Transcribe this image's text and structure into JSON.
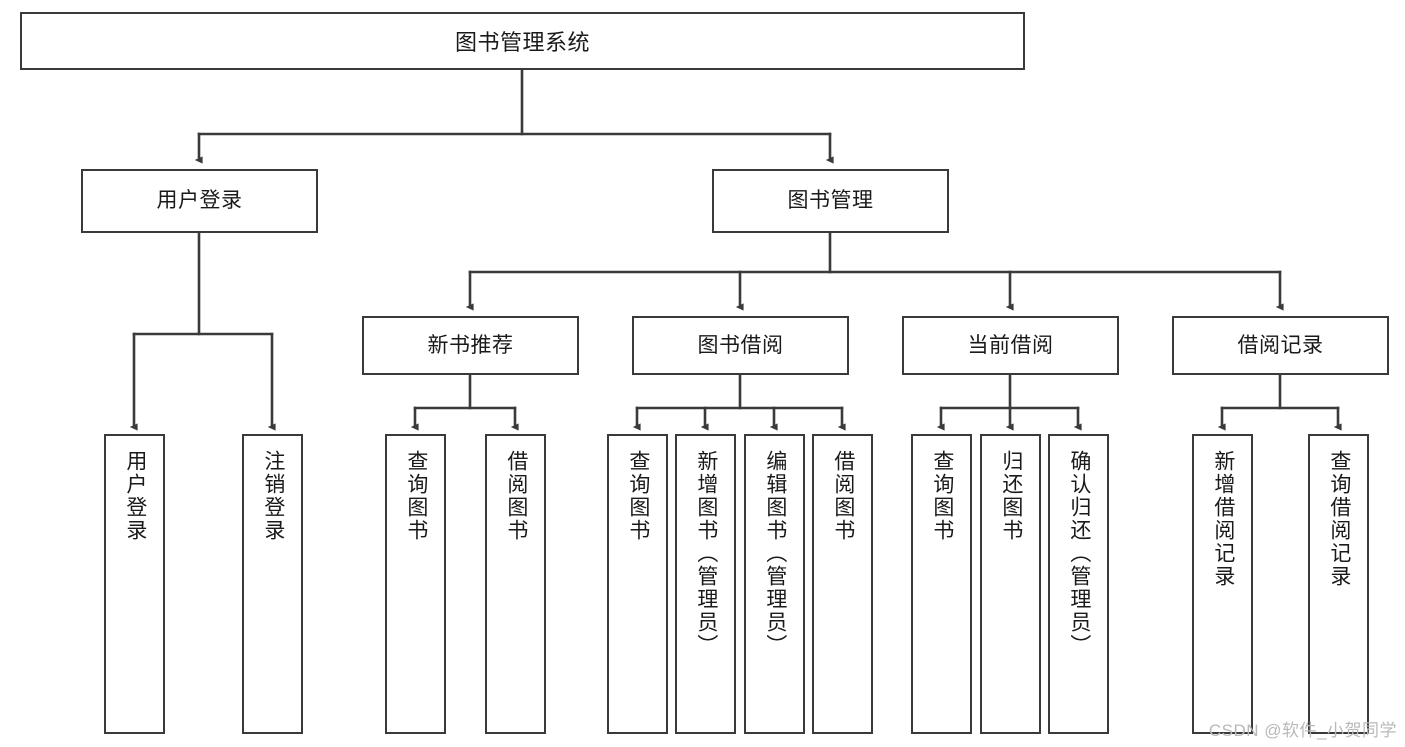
{
  "diagram": {
    "title": "图书管理系统",
    "type": "tree-hierarchy-chart",
    "colors": {
      "stroke": "#3a3a3a",
      "fill": "#ffffff",
      "text": "#1a1a1a",
      "watermark": "#b9b9b9"
    },
    "root": {
      "label": "图书管理系统"
    },
    "level2": [
      {
        "label": "用户登录"
      },
      {
        "label": "图书管理"
      }
    ],
    "level3": [
      {
        "label": "新书推荐"
      },
      {
        "label": "图书借阅"
      },
      {
        "label": "当前借阅"
      },
      {
        "label": "借阅记录"
      }
    ],
    "leaves": {
      "user_login": [
        {
          "label": "用户登录"
        },
        {
          "label": "注销登录"
        }
      ],
      "new_book_recommend": [
        {
          "label": "查询图书"
        },
        {
          "label": "借阅图书"
        }
      ],
      "book_borrow": [
        {
          "label": "查询图书"
        },
        {
          "label": "新增图书（管理员）"
        },
        {
          "label": "编辑图书（管理员）"
        },
        {
          "label": "借阅图书"
        }
      ],
      "current_borrow": [
        {
          "label": "查询图书"
        },
        {
          "label": "归还图书"
        },
        {
          "label": "确认归还（管理员）"
        }
      ],
      "borrow_record": [
        {
          "label": "新增借阅记录"
        },
        {
          "label": "查询借阅记录"
        }
      ]
    }
  },
  "watermark": {
    "text": "CSDN @软件_小贺同学"
  }
}
